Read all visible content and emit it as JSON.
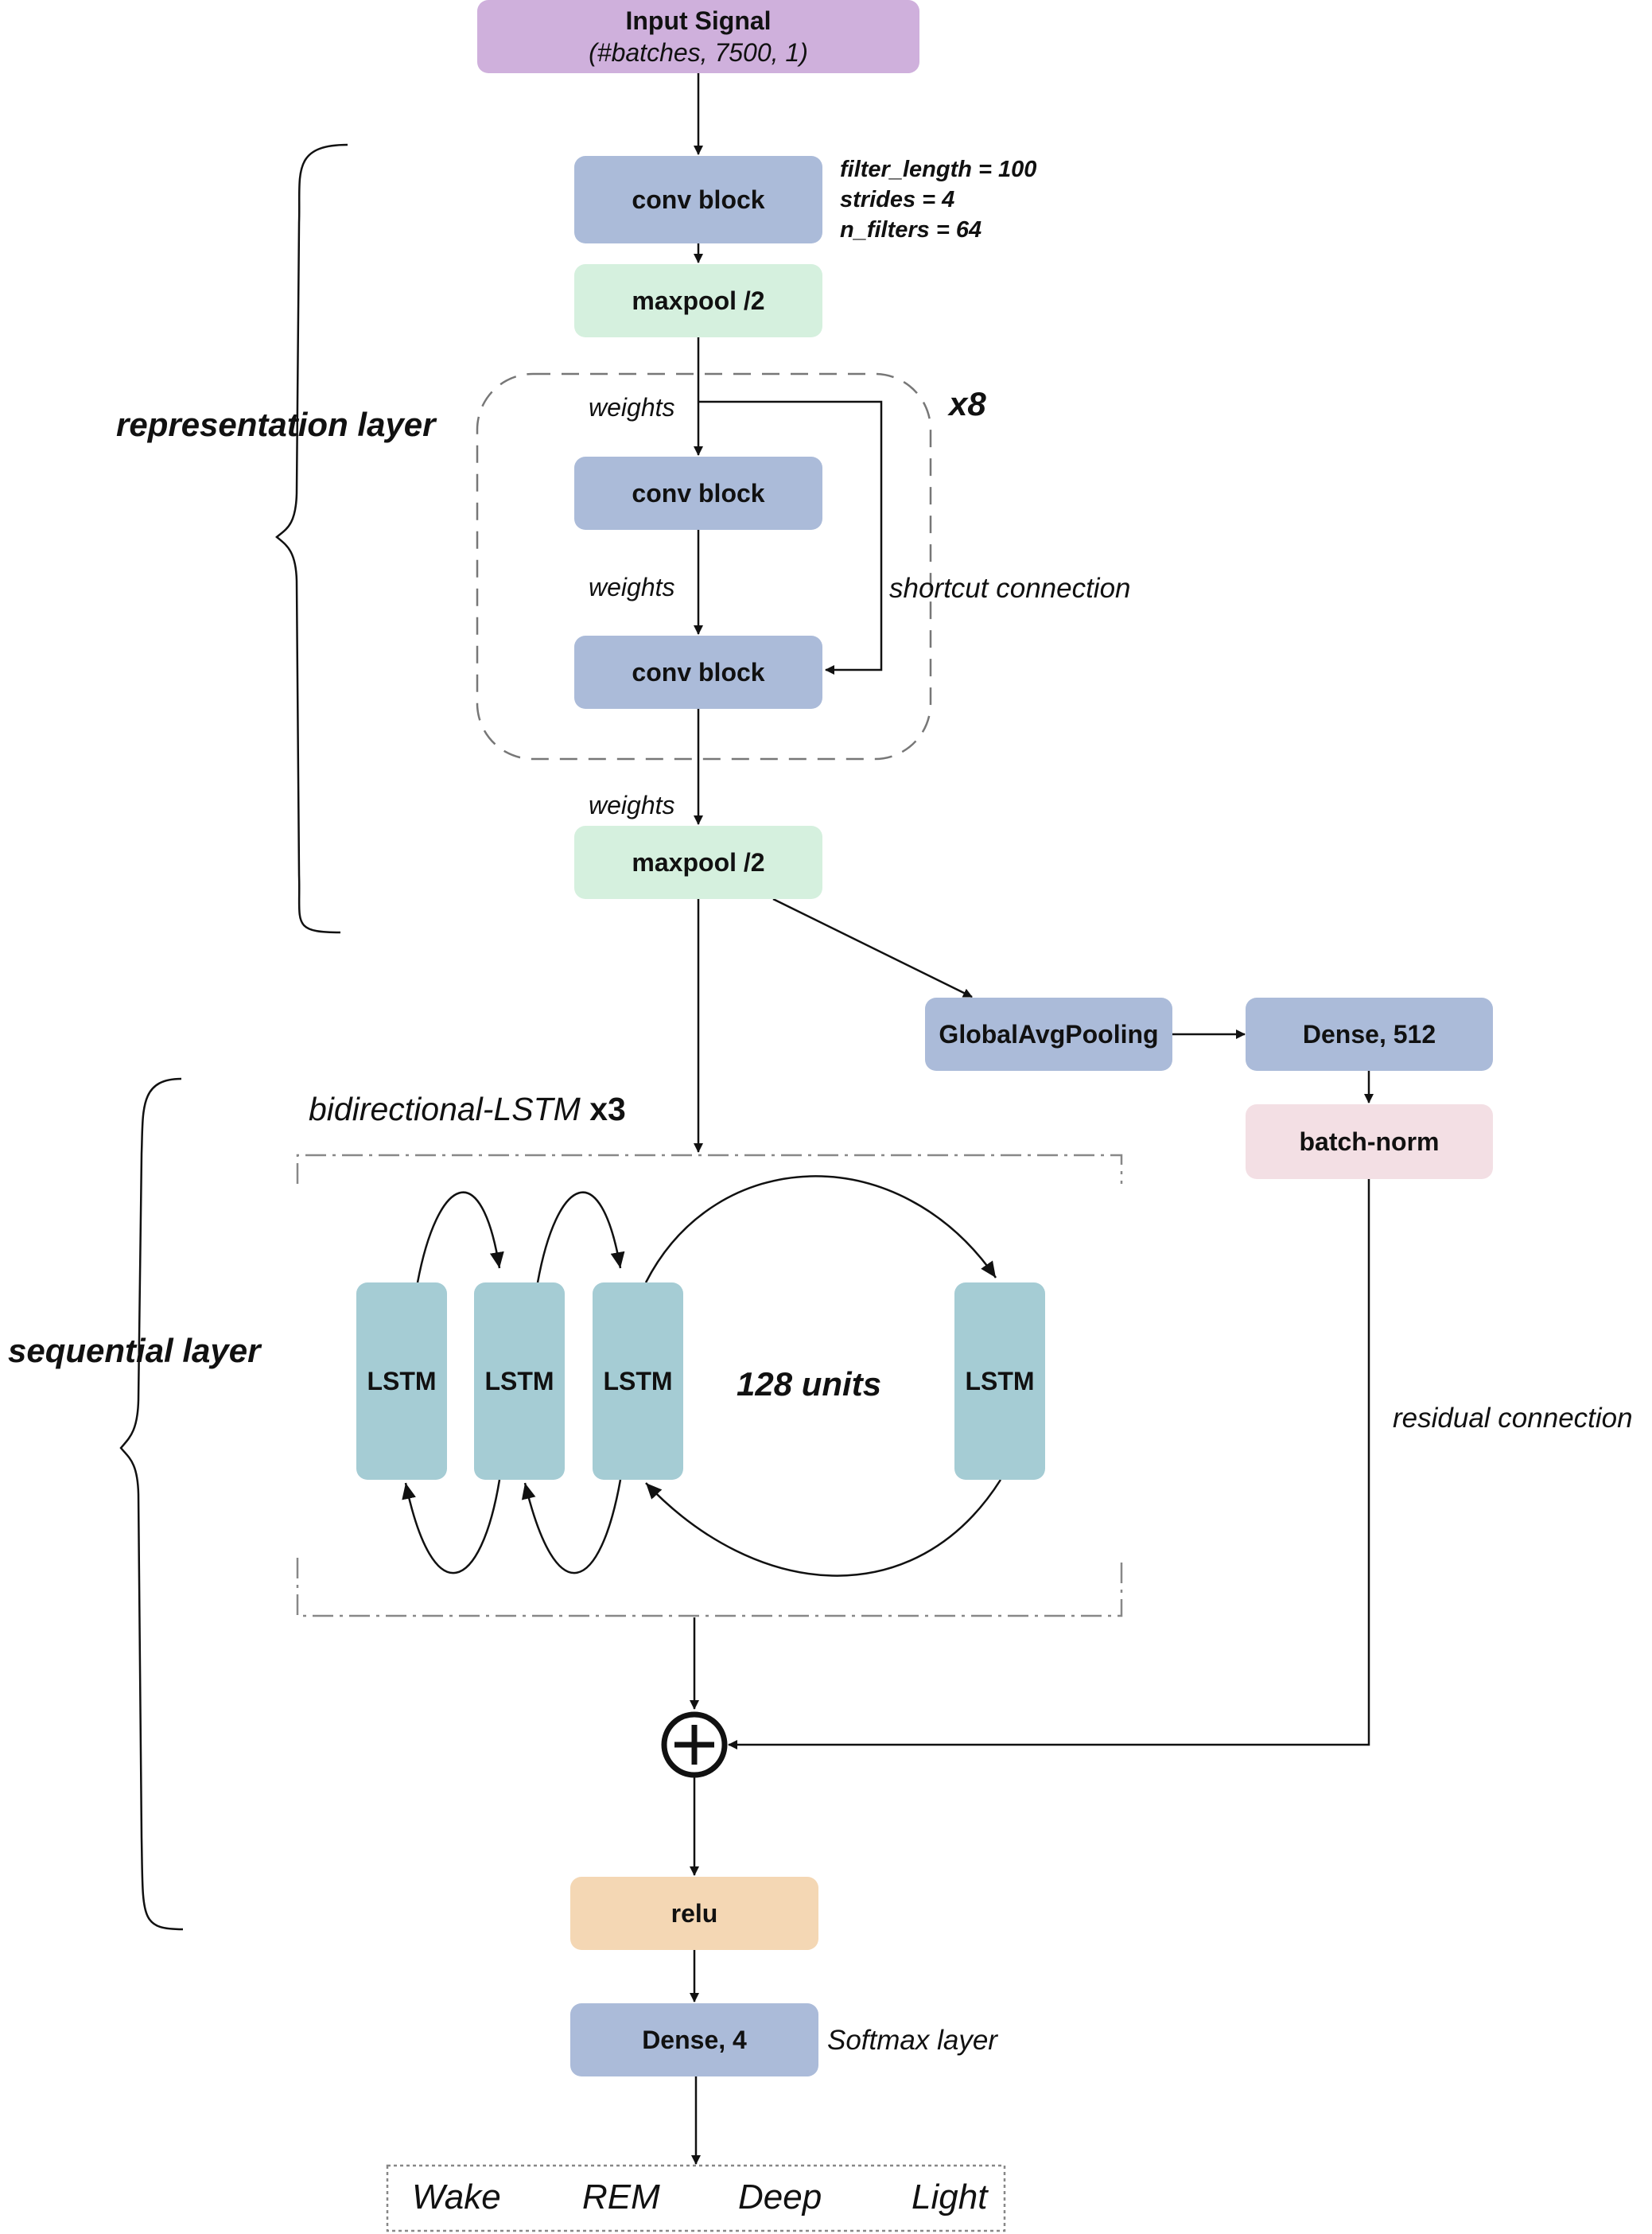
{
  "input": {
    "title": "Input Signal",
    "shape": "(#batches, 7500, 1)"
  },
  "conv_block_label": "conv block",
  "conv_params": [
    "filter_length = 100",
    "strides = 4",
    "n_filters = 64"
  ],
  "maxpool_label": "maxpool /2",
  "weights_label": "weights",
  "repeat_x8": "x8",
  "shortcut_label": "shortcut connection",
  "representation_label": "representation layer",
  "sequential_label": "sequential layer",
  "global_pool_label": "GlobalAvgPooling",
  "dense512_label": "Dense, 512",
  "batchnorm_label": "batch-norm",
  "bilstm_label": "bidirectional-LSTM",
  "bilstm_repeat": "x3",
  "lstm_label": "LSTM",
  "units_label": "128 units",
  "residual_label": "residual connection",
  "relu_label": "relu",
  "dense4_label": "Dense, 4",
  "softmax_label": "Softmax layer",
  "classes": [
    "Wake",
    "REM",
    "Deep",
    "Light"
  ],
  "colors": {
    "input": "#cfb0dc",
    "conv": "#abbbd9",
    "maxpool": "#d5f0de",
    "batchnorm": "#f3dfe4",
    "relu": "#f4d7b4",
    "lstm": "#a5ccd4"
  }
}
